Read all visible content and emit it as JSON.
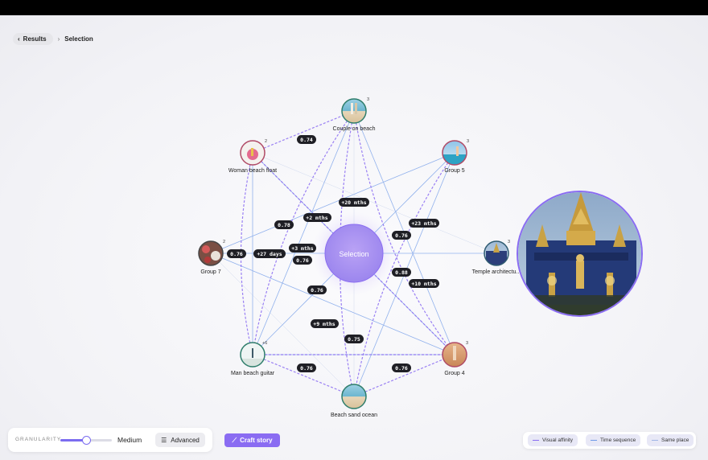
{
  "breadcrumb": {
    "back_label": "Results",
    "current": "Selection"
  },
  "graph": {
    "center_label": "Selection",
    "nodes": [
      {
        "id": "couple",
        "label": "Couple on beach",
        "count": "3"
      },
      {
        "id": "woman",
        "label": "Woman beach float",
        "count": "2"
      },
      {
        "id": "group5",
        "label": "Group 5",
        "count": "3"
      },
      {
        "id": "group7",
        "label": "Group 7",
        "count": "2"
      },
      {
        "id": "temple",
        "label": "Temple architectu...",
        "count": "3"
      },
      {
        "id": "man",
        "label": "Man beach guitar",
        "count": "+6"
      },
      {
        "id": "group4",
        "label": "Group 4",
        "count": "3"
      },
      {
        "id": "beach",
        "label": "Beach sand ocean",
        "count": ""
      }
    ],
    "badges": [
      "0.74",
      "+20 mths",
      "+2 mths",
      "0.78",
      "+23 mths",
      "0.76",
      "+3 mths",
      "+27 days",
      "0.76",
      "0.76",
      "0.88",
      "+10 mths",
      "0.76",
      "+9 mths",
      "0.75",
      "0.76",
      "0.76"
    ]
  },
  "controls": {
    "granularity_label": "GRANULARITY",
    "granularity_value": "Medium",
    "granularity_level": 0.5,
    "advanced_label": "Advanced",
    "craft_label": "Craft story"
  },
  "legend": {
    "visual": "Visual affinity",
    "time": "Time sequence",
    "place": "Same place"
  },
  "colors": {
    "accent": "#8a6cf2",
    "time_line": "#6f9ae8",
    "visual_line": "#8a6cf2",
    "place_line": "#9fb6e6"
  }
}
